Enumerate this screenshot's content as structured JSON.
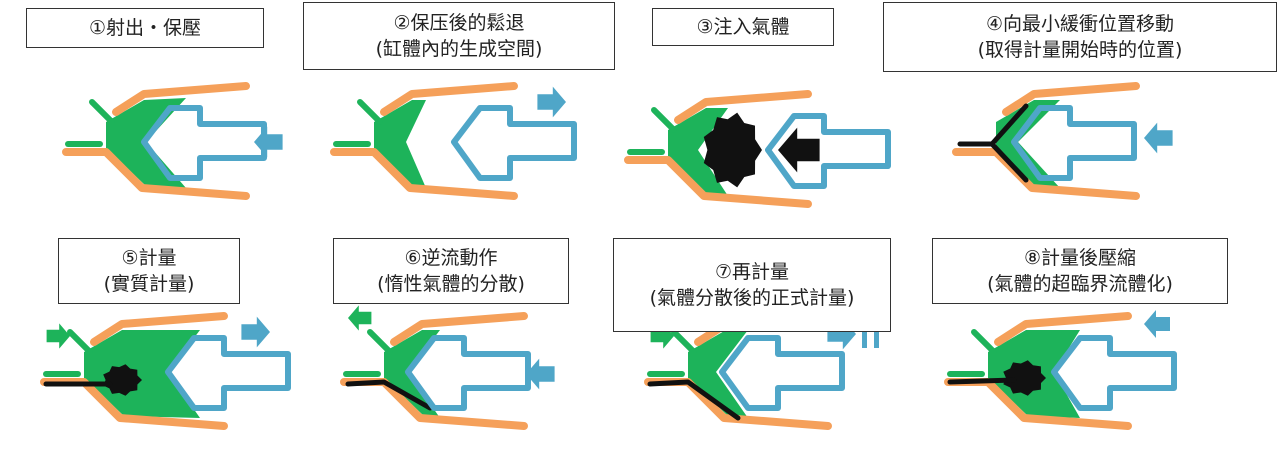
{
  "colors": {
    "orange": "#f5a05a",
    "green": "#1db35a",
    "blue": "#4fa6c8",
    "black": "#111111"
  },
  "steps": [
    {
      "line1": "①射出・保壓",
      "line2": ""
    },
    {
      "line1": "②保压後的鬆退",
      "line2": "(缸體內的生成空間)"
    },
    {
      "line1": "③注入氣體",
      "line2": ""
    },
    {
      "line1": "④向最小緩衝位置移動",
      "line2": "(取得計量開始時的位置)"
    },
    {
      "line1": "⑤計量",
      "line2": "(實質計量)"
    },
    {
      "line1": "⑥逆流動作",
      "line2": "(惰性氣體的分散)"
    },
    {
      "line1": "⑦再計量",
      "line2": "(氣體分散後的正式計量)"
    },
    {
      "line1": "⑧計量後壓縮",
      "line2": "(氣體的超臨界流體化)"
    }
  ]
}
